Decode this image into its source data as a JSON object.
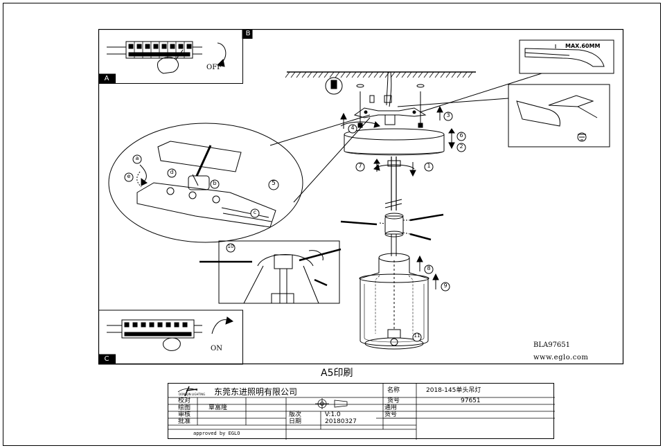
{
  "drawing": {
    "panel_b_letter": "B",
    "panel_a_letter": "A",
    "panel_c_letter": "C",
    "off_label": "OFF",
    "on_label": "ON",
    "max_label": "MAX.60MM",
    "model_code": "BLA97651",
    "website": "www.eglo.com",
    "callouts": [
      "1",
      "2",
      "3",
      "4",
      "5",
      "6",
      "7",
      "8",
      "9",
      "10",
      "11"
    ],
    "sub_callouts": [
      "a",
      "b",
      "c",
      "d",
      "e"
    ]
  },
  "print_size": "A5印刷",
  "title_block": {
    "company": "东莞东进照明有限公司",
    "logo_text": "DONGJIN LIGHTING",
    "label_name": "名称",
    "product_name": "2018-145单头吊灯",
    "label_proofread": "校对",
    "label_item_no": "货号",
    "item_no": "97651",
    "label_drawn": "绘图",
    "drawn_by": "覃富隆",
    "label_review": "审核",
    "label_version": "版次",
    "version": "V:1.0",
    "label_common": "通用",
    "label_item_no2": "货号",
    "label_approve": "批准",
    "label_date": "日期",
    "date": "20180327",
    "approved_by": "approved by EGLO"
  }
}
